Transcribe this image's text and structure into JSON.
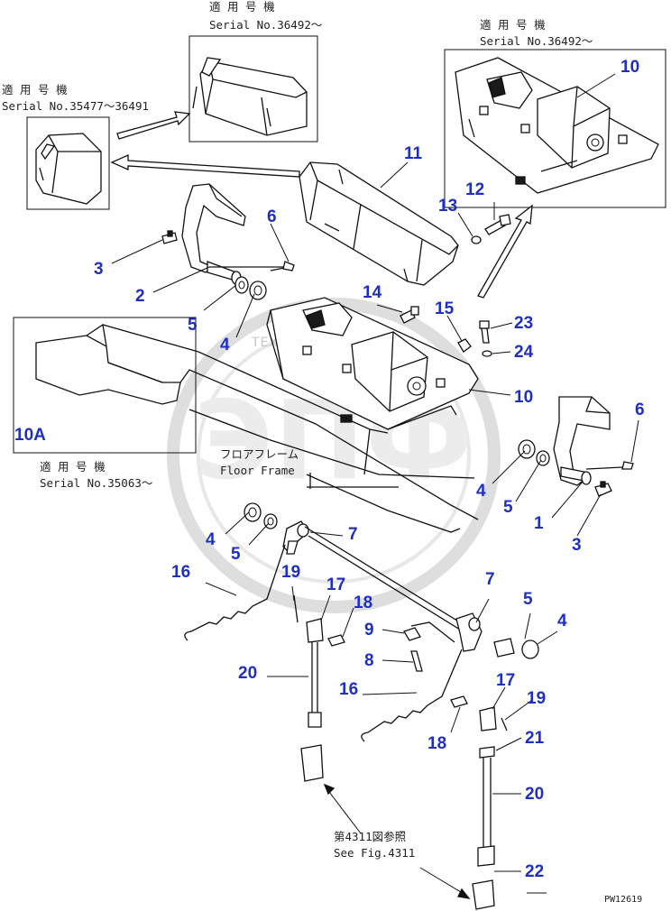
{
  "watermark": {
    "letters": "ЭПФ",
    "text": "ТЕХНИКА И ЗАПЧАСТИ"
  },
  "notes": {
    "serial_36492_left": {
      "jp": "適 用 号 機",
      "en": "Serial No.36492～"
    },
    "serial_36492_right": {
      "jp": "適 用 号 機",
      "en": "Serial No.36492～"
    },
    "serial_35477": {
      "jp": "適 用 号 機",
      "en": "Serial No.35477～36491"
    },
    "serial_35063": {
      "jp": "適 用 号 機",
      "en": "Serial No.35063～"
    },
    "floor_frame": {
      "jp": "フロアフレーム",
      "en": "Floor Frame"
    },
    "see_fig": {
      "jp": "第4311図参照",
      "en": "See Fig.4311"
    }
  },
  "drawing_code": "PW12619",
  "callouts": {
    "c10_top": "10",
    "c11": "11",
    "c12": "12",
    "c13": "13",
    "c6_left": "6",
    "c3_left": "3",
    "c2": "2",
    "c14": "14",
    "c15": "15",
    "c23": "23",
    "c5_a": "5",
    "c4_a": "4",
    "c24": "24",
    "c10_mid": "10",
    "c6_right": "6",
    "c10a": "10A",
    "c4_b": "4",
    "c5_b": "5",
    "c1": "1",
    "c3_right": "3",
    "c4_c": "4",
    "c5_c": "5",
    "c7_a": "7",
    "c16_a": "16",
    "c19_a": "19",
    "c17_a": "17",
    "c18_a": "18",
    "c7_b": "7",
    "c5_d": "5",
    "c4_d": "4",
    "c9": "9",
    "c8": "8",
    "c20_a": "20",
    "c16_b": "16",
    "c17_b": "17",
    "c19_b": "19",
    "c18_b": "18",
    "c21": "21",
    "c20_b": "20",
    "c22": "22"
  },
  "colors": {
    "callout": "#1e2fc4",
    "line": "#111111",
    "watermark": "#c8c8c8"
  }
}
